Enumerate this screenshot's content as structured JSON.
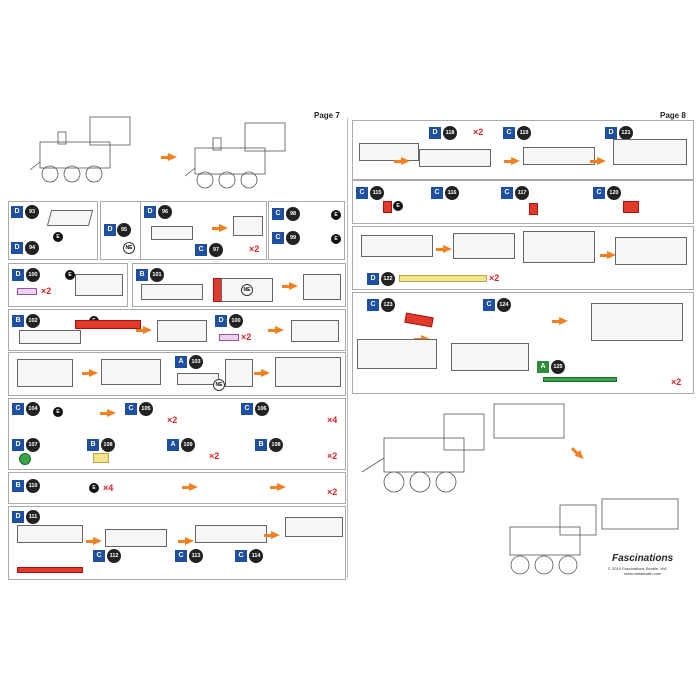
{
  "pages": {
    "left_label": "Page 7",
    "right_label": "Page 8"
  },
  "steps_left": [
    {
      "id": "s93",
      "badge": "D",
      "num": "93"
    },
    {
      "id": "s94",
      "badge": "D",
      "num": "94"
    },
    {
      "id": "s95",
      "badge": "D",
      "num": "95"
    },
    {
      "id": "s96",
      "badge": "D",
      "num": "96"
    },
    {
      "id": "s97",
      "badge": "C",
      "num": "97"
    },
    {
      "id": "s98",
      "badge": "C",
      "num": "98"
    },
    {
      "id": "s99",
      "badge": "C",
      "num": "99"
    },
    {
      "id": "s100a",
      "badge": "D",
      "num": "100"
    },
    {
      "id": "s101",
      "badge": "B",
      "num": "101"
    },
    {
      "id": "s102",
      "badge": "B",
      "num": "102"
    },
    {
      "id": "s100b",
      "badge": "D",
      "num": "100"
    },
    {
      "id": "s103",
      "badge": "A",
      "num": "103"
    },
    {
      "id": "s104",
      "badge": "C",
      "num": "104"
    },
    {
      "id": "s105",
      "badge": "C",
      "num": "105"
    },
    {
      "id": "s106",
      "badge": "C",
      "num": "106"
    },
    {
      "id": "s107",
      "badge": "D",
      "num": "107"
    },
    {
      "id": "s108a",
      "badge": "B",
      "num": "108"
    },
    {
      "id": "s109",
      "badge": "A",
      "num": "109"
    },
    {
      "id": "s108b",
      "badge": "B",
      "num": "108"
    },
    {
      "id": "s110",
      "badge": "B",
      "num": "110"
    },
    {
      "id": "s111",
      "badge": "D",
      "num": "111"
    },
    {
      "id": "s112",
      "badge": "C",
      "num": "112"
    },
    {
      "id": "s113",
      "badge": "C",
      "num": "113"
    },
    {
      "id": "s114",
      "badge": "C",
      "num": "114"
    }
  ],
  "steps_right": [
    {
      "id": "s118",
      "badge": "D",
      "num": "118"
    },
    {
      "id": "s119",
      "badge": "C",
      "num": "119"
    },
    {
      "id": "s121",
      "badge": "D",
      "num": "121"
    },
    {
      "id": "s115",
      "badge": "C",
      "num": "115"
    },
    {
      "id": "s116",
      "badge": "C",
      "num": "116"
    },
    {
      "id": "s117",
      "badge": "C",
      "num": "117"
    },
    {
      "id": "s120",
      "badge": "C",
      "num": "120"
    },
    {
      "id": "s122",
      "badge": "D",
      "num": "122"
    },
    {
      "id": "s123",
      "badge": "C",
      "num": "123"
    },
    {
      "id": "s124",
      "badge": "C",
      "num": "124"
    },
    {
      "id": "s125",
      "badge": "A",
      "num": "125"
    }
  ],
  "markers": {
    "x2": "×2",
    "x4": "×4",
    "ne": "NE",
    "e": "E"
  },
  "brand": {
    "name": "Fascinations",
    "line1": "© 2019 Fascinations Seattle, WA",
    "line2": "www.metalearth.com"
  },
  "colors": {
    "badge_blue": "#1e4fa3",
    "badge_green": "#2f8c3b",
    "arrow_orange": "#f08020",
    "part_red": "#e23a2a",
    "part_yellow": "#f4e48a"
  }
}
